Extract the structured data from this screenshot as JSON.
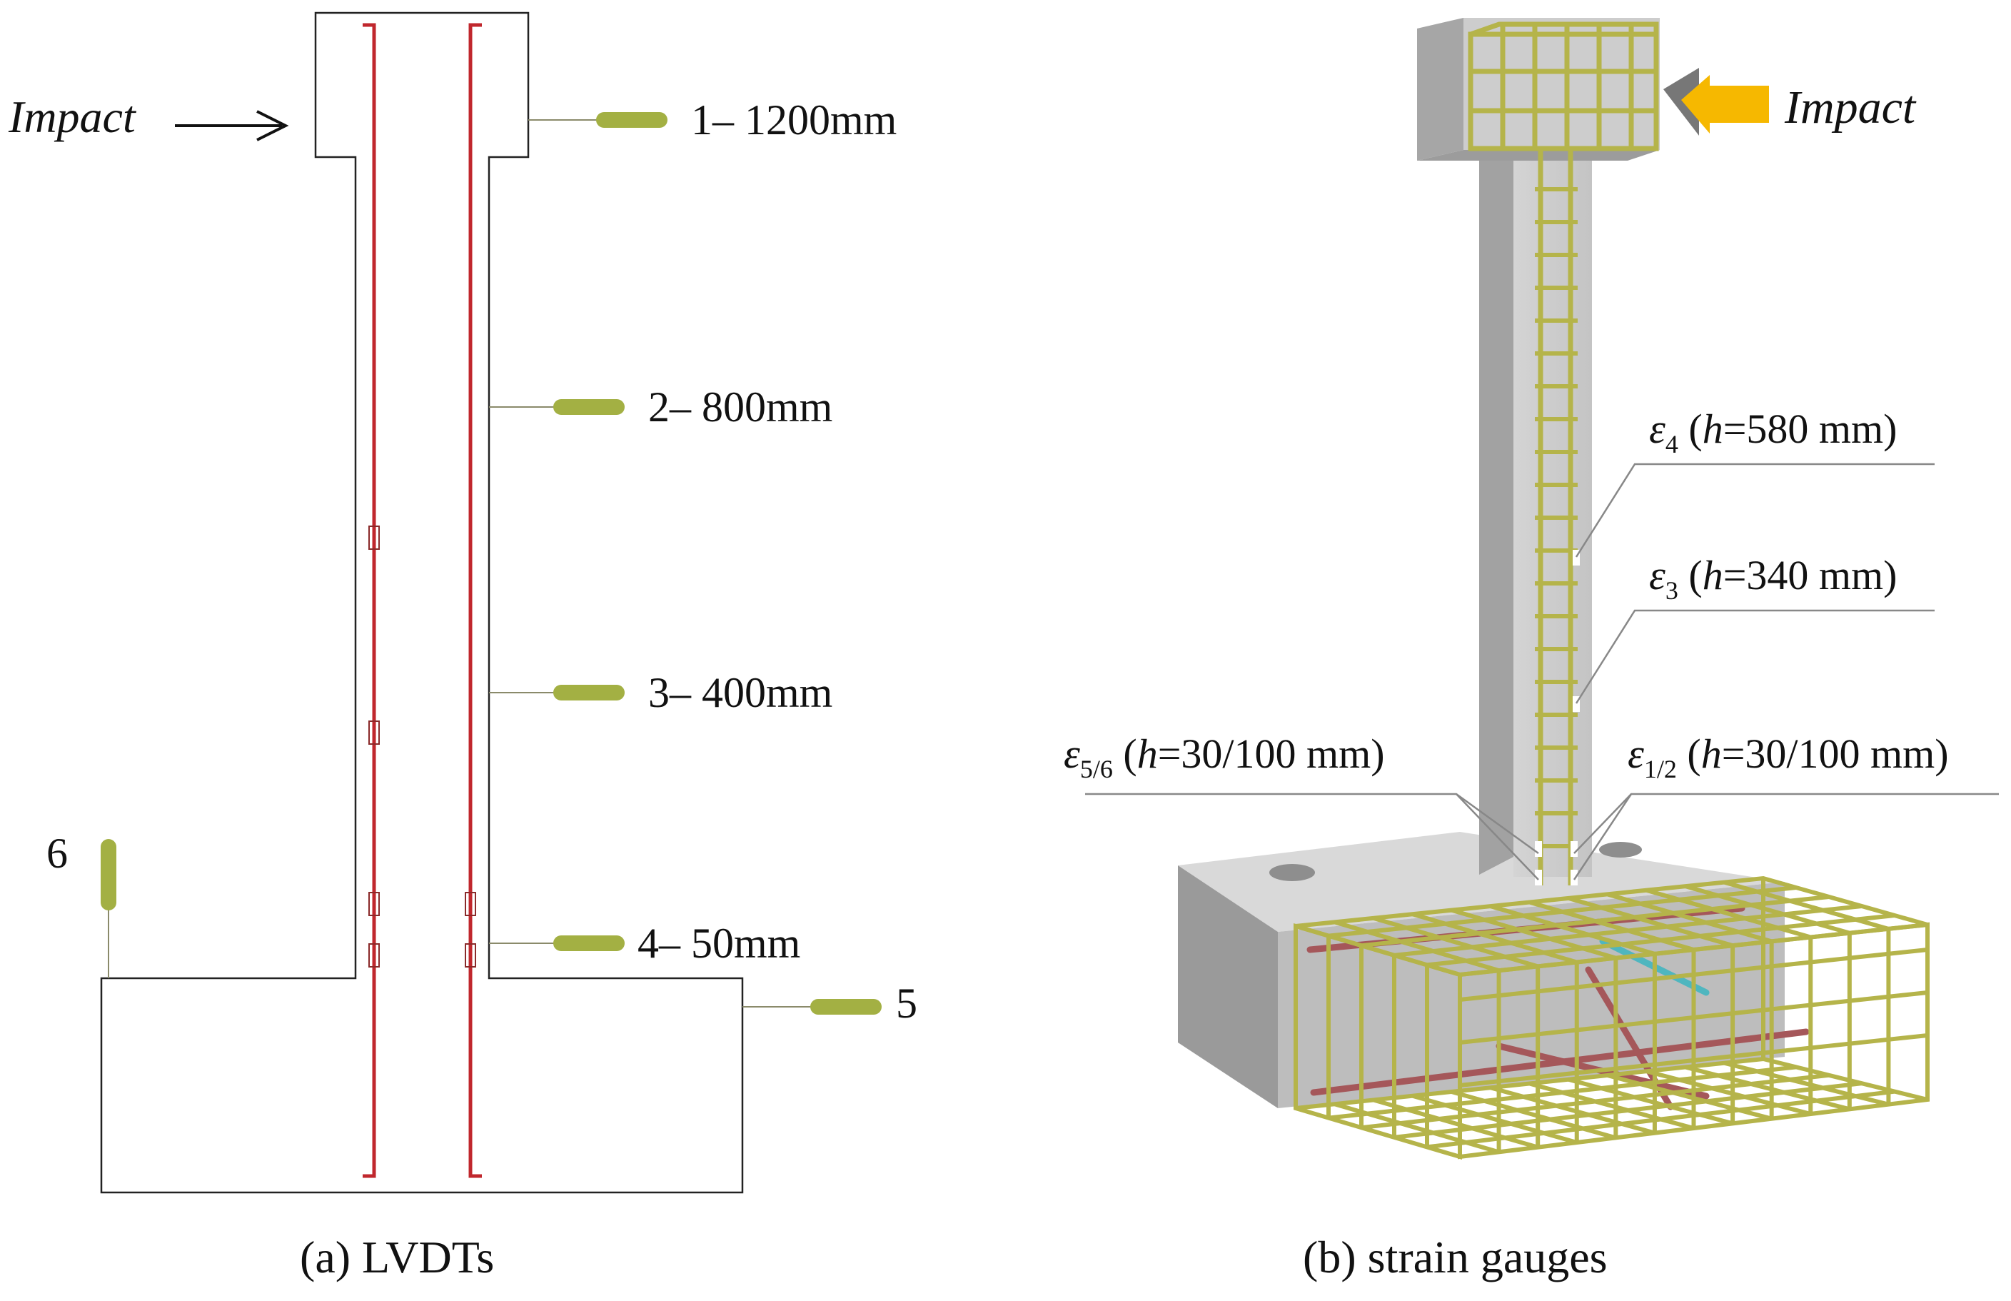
{
  "panel_a": {
    "impact_label": "Impact",
    "caption": "(a) LVDTs",
    "lvdts": [
      {
        "id": "1",
        "label": "1– 1200mm"
      },
      {
        "id": "2",
        "label": "2– 800mm"
      },
      {
        "id": "3",
        "label": "3– 400mm"
      },
      {
        "id": "4",
        "label": "4– 50mm"
      },
      {
        "id": "5",
        "label": "5"
      },
      {
        "id": "6",
        "label": "6"
      }
    ]
  },
  "panel_b": {
    "impact_label": "Impact",
    "caption": "(b) strain gauges",
    "gauges": {
      "e4": {
        "sym": "ε",
        "sub": "4",
        "open": " (",
        "h": "h",
        "val": "=580 mm)"
      },
      "e3": {
        "sym": "ε",
        "sub": "3",
        "open": " (",
        "h": "h",
        "val": "=340 mm)"
      },
      "e56": {
        "sym": "ε",
        "sub": "5/6",
        "open": " (",
        "h": "h",
        "val": "=30/100 mm)"
      },
      "e12": {
        "sym": "ε",
        "sub": "1/2",
        "open": " (",
        "h": "h",
        "val": "=30/100 mm)"
      }
    }
  },
  "colors": {
    "rebar_red": "#c0272d",
    "lvdt_green": "#a3b043",
    "cage_yellow": "#b5b44a",
    "arrow_yellow": "#f6b800",
    "concrete_grey": "#b8b8b8"
  }
}
